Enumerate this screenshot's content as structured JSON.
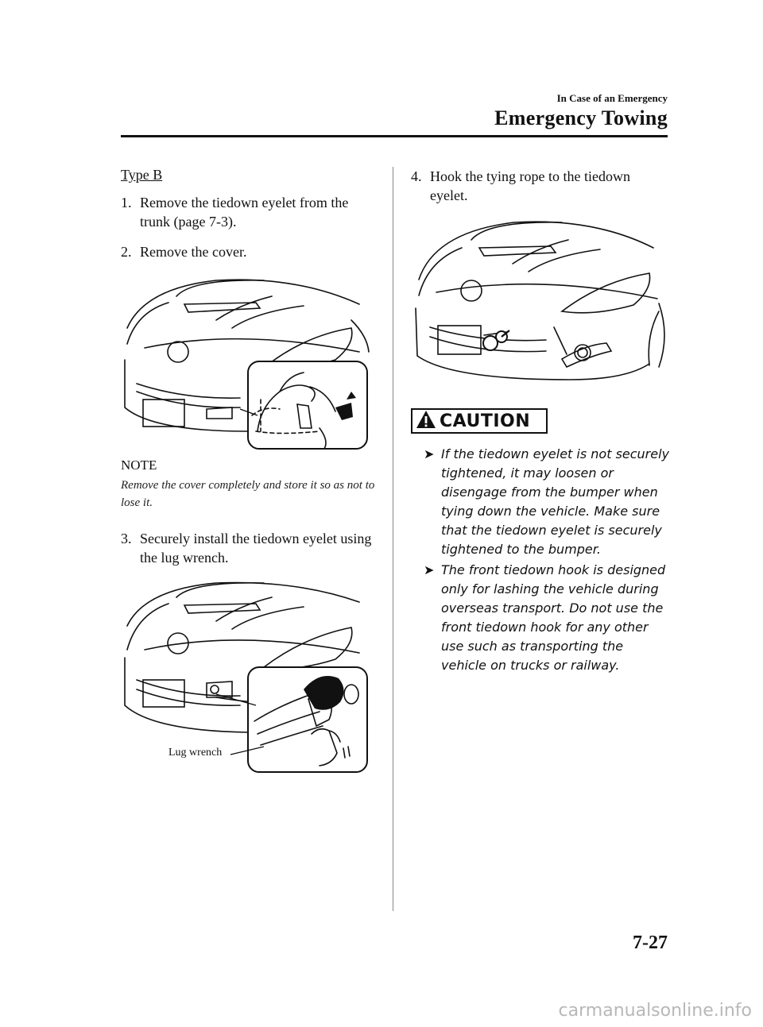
{
  "header": {
    "section": "In Case of an Emergency",
    "title": "Emergency Towing"
  },
  "left": {
    "type_heading": "Type B",
    "steps": [
      {
        "num": "1.",
        "text": "Remove the tiedown eyelet from the trunk (page 7-3)."
      },
      {
        "num": "2.",
        "text": "Remove the cover."
      },
      {
        "num": "3.",
        "text": "Securely install the tiedown eyelet using the lug wrench."
      }
    ],
    "note_title": "NOTE",
    "note_text": "Remove the cover completely and store it so as not to lose it.",
    "lug_label": "Lug wrench"
  },
  "right": {
    "steps": [
      {
        "num": "4.",
        "text": "Hook the tying rope to the tiedown eyelet."
      }
    ],
    "caution_label": "CAUTION",
    "caution_items": [
      "If the tiedown eyelet is not securely tightened, it may loosen or disengage from the bumper when tying down the vehicle. Make sure that the tiedown eyelet is securely tightened to the bumper.",
      "The front tiedown hook is designed only for lashing the vehicle during overseas transport. Do not use the front tiedown hook for any other use such as transporting the vehicle on trucks or railway."
    ]
  },
  "footer": {
    "page_number": "7-27",
    "watermark": "carmanualsonline.info"
  },
  "icons": {
    "caution": "warning-triangle-icon",
    "bullet": "arrow-bullet-icon"
  }
}
